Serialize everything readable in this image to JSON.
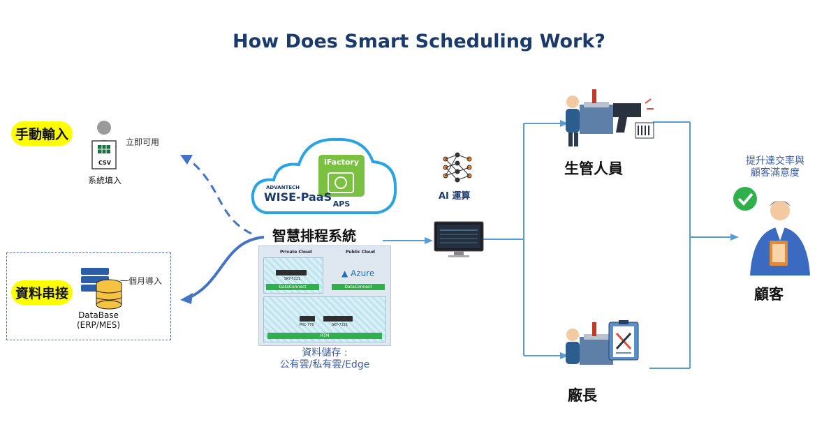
{
  "title": "How Does Smart Scheduling Work?",
  "inputs": {
    "manual_tag": "手動輸入",
    "manual_note": "立即可用",
    "csv_label": "CSV",
    "manual_caption": "系統填入",
    "db_tag": "資料串接",
    "db_note": "一個月導入",
    "db_caption_1": "DataBase",
    "db_caption_2": "(ERP/MES)"
  },
  "cloud": {
    "brand_small": "ADVANTECH",
    "brand": "WISE-PaaS",
    "app_name": "iFactory",
    "app_sub": "APS"
  },
  "system_label": "智慧排程系統",
  "deploy": {
    "private_cloud": "Private Cloud",
    "public_cloud": "Public Cloud",
    "azure": "Azure",
    "server_1": "SKY-7221",
    "server_2": "MIC-770",
    "server_3": "SKY-7221",
    "dataconnect": "DataConnect",
    "rtm": "RTM",
    "storage_1": "資料儲存 :",
    "storage_2": "公有雲/私有雲/Edge"
  },
  "ai_label": "AI 運算",
  "roles": {
    "planner": "生管人員",
    "manager": "廠長",
    "customer": "顧客",
    "benefit_1": "提升達交率與",
    "benefit_2": "顧客滿意度"
  },
  "colors": {
    "title": "#1a3a6b",
    "tag": "#ffff00",
    "arrow": "#4472c4",
    "line": "#5b9bd5",
    "caption": "#3e5da8",
    "check": "#2fb04a"
  }
}
